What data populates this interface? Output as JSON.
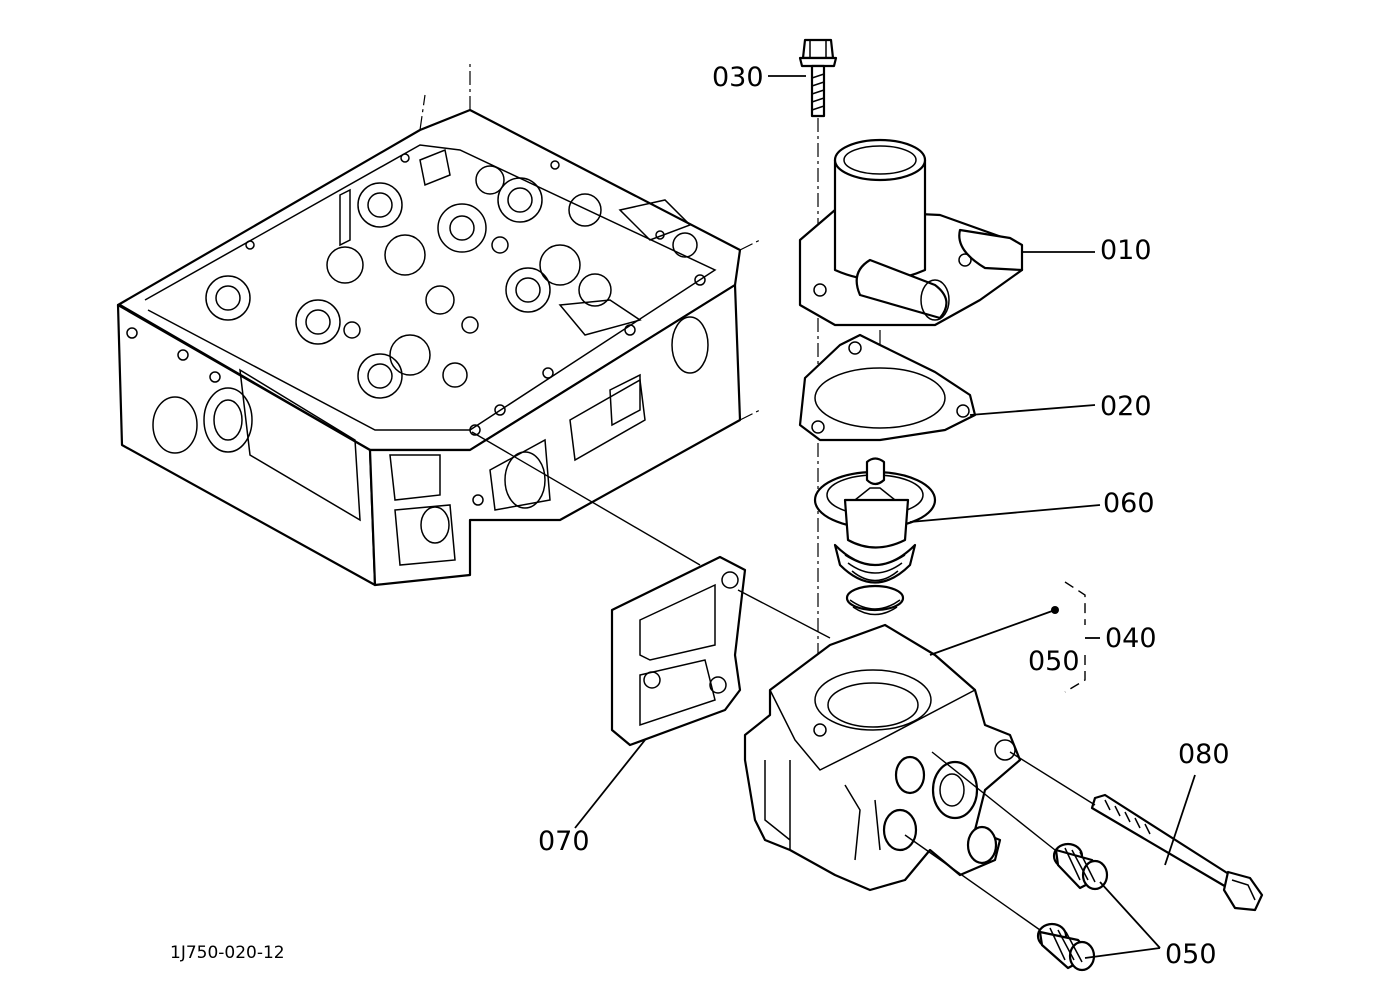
{
  "diagram": {
    "reference_code": "1J750-020-12",
    "callouts": [
      {
        "id": "c030",
        "text": "030"
      },
      {
        "id": "c010",
        "text": "010"
      },
      {
        "id": "c020",
        "text": "020"
      },
      {
        "id": "c060",
        "text": "060"
      },
      {
        "id": "c040",
        "text": "040"
      },
      {
        "id": "c050a",
        "text": "050"
      },
      {
        "id": "c080",
        "text": "080"
      },
      {
        "id": "c070",
        "text": "070"
      },
      {
        "id": "c050b",
        "text": "050"
      }
    ]
  }
}
